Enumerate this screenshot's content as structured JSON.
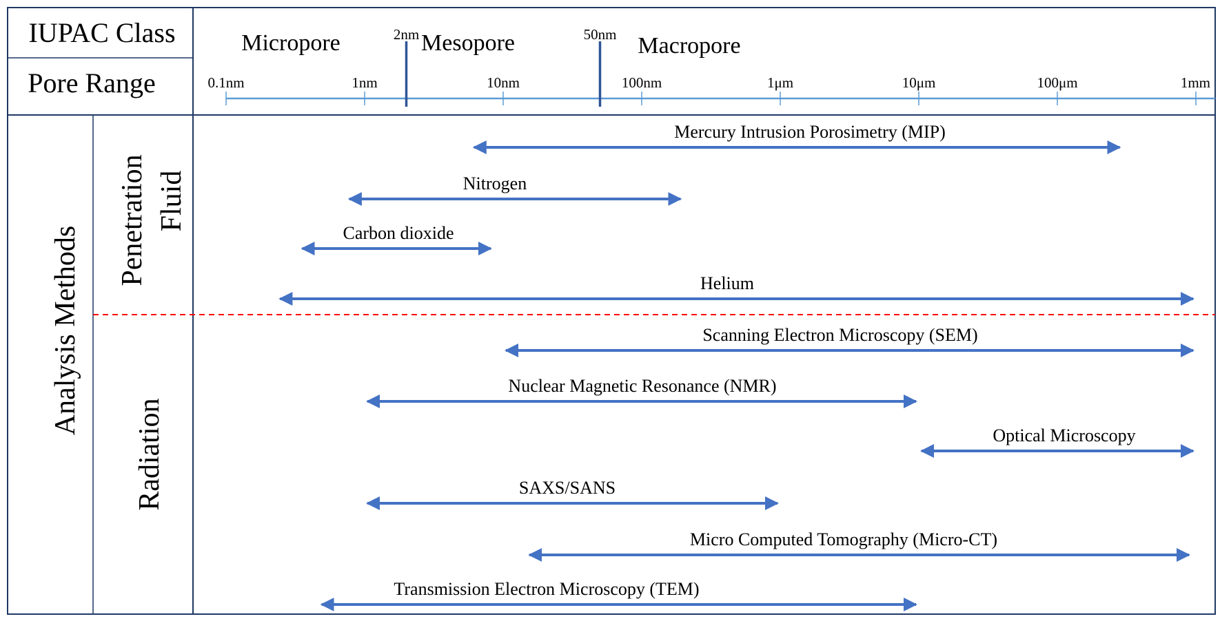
{
  "header": {
    "class_label": "IUPAC Class",
    "range_label": "Pore Range",
    "classes": [
      {
        "name": "Micropore",
        "from": -1,
        "to": 0.301
      },
      {
        "name": "Mesopore",
        "from": 0.301,
        "to": 1.699
      },
      {
        "name": "Macropore",
        "from": 1.699,
        "to": 6
      }
    ],
    "boundaries": [
      {
        "label": "2nm",
        "log_nm": 0.301
      },
      {
        "label": "50nm",
        "log_nm": 1.699
      }
    ],
    "ticks": [
      {
        "label": "0.1nm",
        "log_nm": -1
      },
      {
        "label": "1nm",
        "log_nm": 0
      },
      {
        "label": "10nm",
        "log_nm": 1
      },
      {
        "label": "100nm",
        "log_nm": 2
      },
      {
        "label": "1μm",
        "log_nm": 3
      },
      {
        "label": "10μm",
        "log_nm": 4
      },
      {
        "label": "100μm",
        "log_nm": 5
      },
      {
        "label": "1mm",
        "log_nm": 6
      }
    ]
  },
  "side": {
    "outer_label": "Analysis Methods",
    "groups": [
      {
        "label_line1": "Penetration",
        "label_line2": "Fluid"
      },
      {
        "label_line1": "Radiation",
        "label_line2": ""
      }
    ]
  },
  "methods": [
    {
      "name": "Mercury Intrusion Porosimetry (MIP)",
      "group": 0,
      "from": 0.77,
      "to": 5.47
    },
    {
      "name": "Nitrogen",
      "group": 0,
      "from": -0.13,
      "to": 2.3
    },
    {
      "name": "Carbon dioxide",
      "group": 0,
      "from": -0.47,
      "to": 0.93
    },
    {
      "name": "Helium",
      "group": 0,
      "from": -0.63,
      "to": 6
    },
    {
      "name": "Scanning Electron Microscopy (SEM)",
      "group": 1,
      "from": 1,
      "to": 6
    },
    {
      "name": "Nuclear Magnetic Resonance (NMR)",
      "group": 1,
      "from": 0,
      "to": 4
    },
    {
      "name": "Optical Microscopy",
      "group": 1,
      "from": 4,
      "to": 6
    },
    {
      "name": "SAXS/SANS",
      "group": 1,
      "from": 0,
      "to": 3
    },
    {
      "name": "Micro Computed Tomography (Micro-CT)",
      "group": 1,
      "from": 1.17,
      "to": 5.97
    },
    {
      "name": "Transmission Electron Microscopy (TEM)",
      "group": 1,
      "from": -0.33,
      "to": 4
    }
  ],
  "colors": {
    "arrow": "#4472c4",
    "axis": "#5b9bd5",
    "boundary": "#2f5597",
    "divider": "#ff0000",
    "frame": "#1f3864",
    "text": "#000000"
  }
}
